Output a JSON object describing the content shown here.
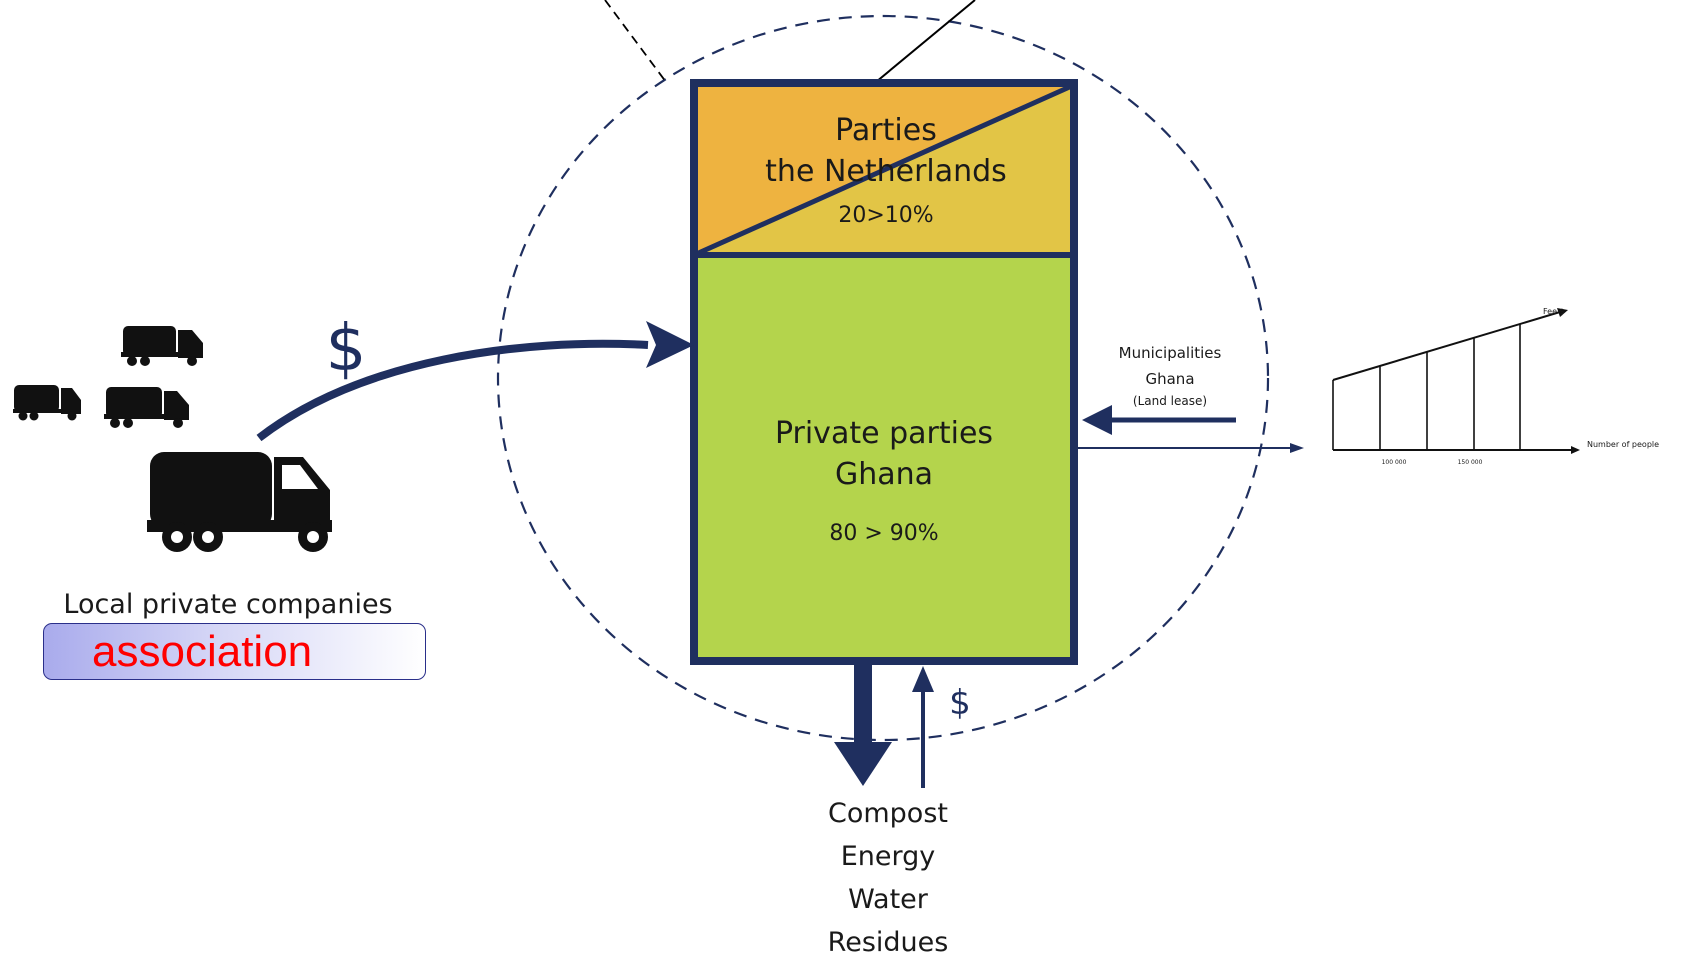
{
  "center_box": {
    "top": {
      "line1": "Parties",
      "line2": "the Netherlands",
      "share": "20>10%"
    },
    "bottom": {
      "line1": "Private parties",
      "line2": "Ghana",
      "share": "80 > 90%"
    }
  },
  "left": {
    "money_symbol": "$",
    "caption": "Local private companies",
    "association": "association"
  },
  "right": {
    "municipalities": [
      "Municipalities",
      "Ghana",
      "(Land lease)"
    ]
  },
  "bottom": {
    "money_symbol": "$",
    "outputs": [
      "Compost",
      "Energy",
      "Water",
      "Residues"
    ]
  },
  "fee_chart": {
    "ylabel": "Fee $",
    "xlabel": "Number of people",
    "tick_labels": [
      "100 000",
      "150 000"
    ]
  },
  "colors": {
    "navy": "#1f2f5f",
    "orange": "#eeb340",
    "yellow": "#e2c546",
    "green": "#b4d44c",
    "association_text": "#ff0000"
  }
}
